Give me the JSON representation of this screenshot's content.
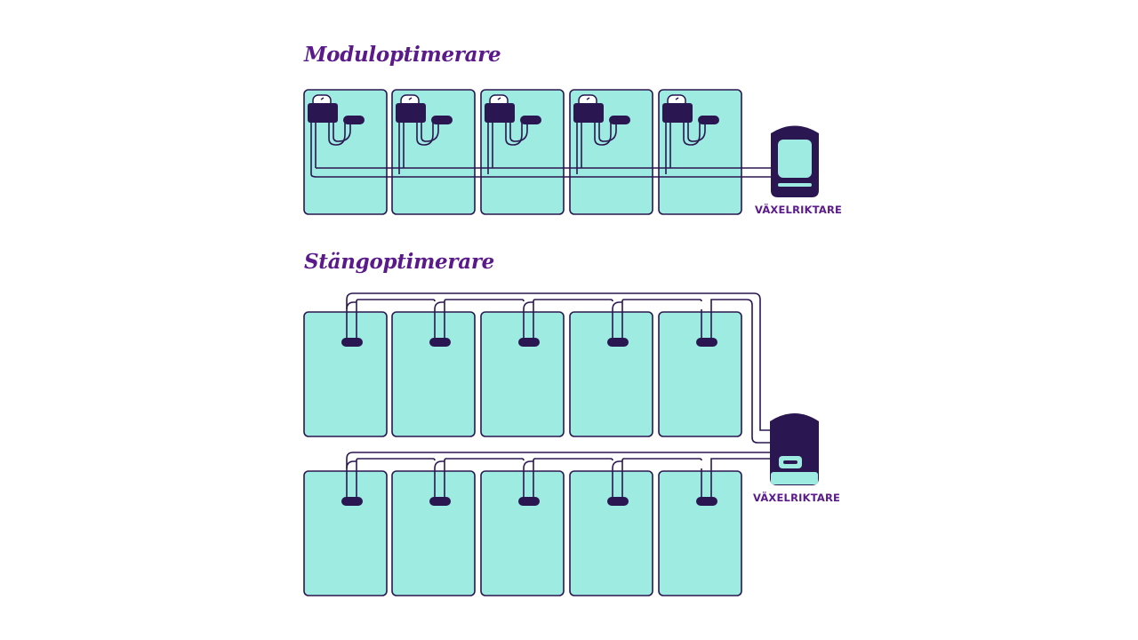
{
  "colors": {
    "panel_fill": "#9eebe1",
    "outline": "#2a1650",
    "title": "#5a1a8a",
    "inverter_screen": "#9eebe1"
  },
  "sections": [
    {
      "title": "Moduloptimerare",
      "inverter_label": "VÄXELRIKTARE",
      "panel_rows": 1,
      "panels_per_row": 5,
      "optimizer_type": "module"
    },
    {
      "title": "Stängoptimerare",
      "inverter_label": "VÄXELRIKTARE",
      "panel_rows": 2,
      "panels_per_row": 5,
      "optimizer_type": "string"
    }
  ],
  "icons": {
    "inverter": "inverter-icon",
    "optimizer": "optimizer-icon"
  }
}
